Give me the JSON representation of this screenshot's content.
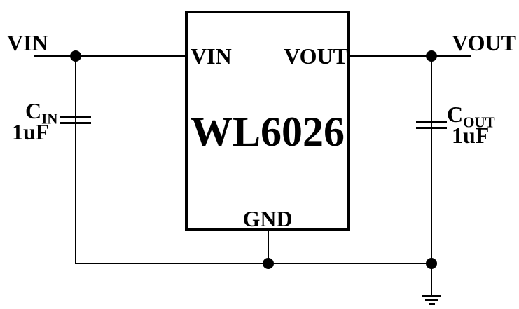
{
  "diagram": {
    "type": "circuit-schematic",
    "nets": {
      "vin_label": "VIN",
      "vout_label": "VOUT"
    },
    "chip": {
      "name": "WL6026",
      "pin_vin": "VIN",
      "pin_vout": "VOUT",
      "pin_gnd": "GND"
    },
    "cap_in": {
      "ref": "C",
      "sub": "IN",
      "value": "1uF"
    },
    "cap_out": {
      "ref": "C",
      "sub": "OUT",
      "value": "1uF"
    },
    "colors": {
      "line": "#000000",
      "background": "#ffffff"
    }
  }
}
